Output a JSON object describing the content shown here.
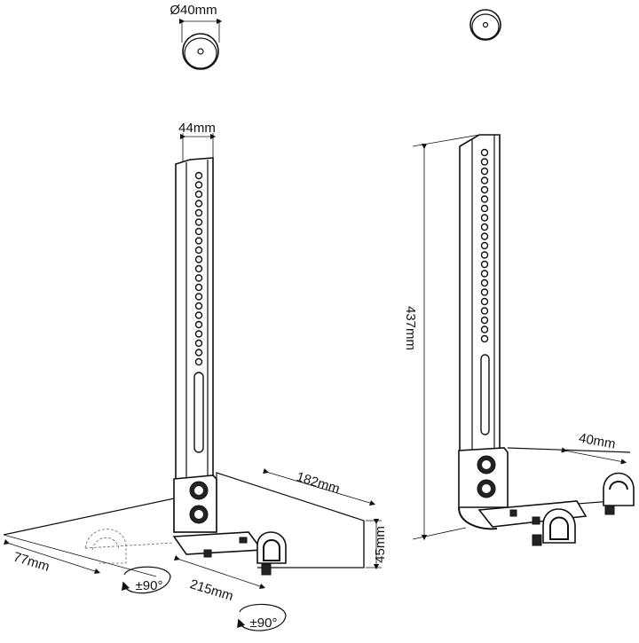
{
  "labels": {
    "cap_diameter": "Ø40mm",
    "pole_width": "44mm",
    "height": "437mm",
    "platform_width": "182mm",
    "platform_side": "77mm",
    "arm_length": "215mm",
    "arm_height": "45mm",
    "clamp_width": "40mm",
    "rotation_left": "±90°",
    "rotation_right": "±90°"
  }
}
